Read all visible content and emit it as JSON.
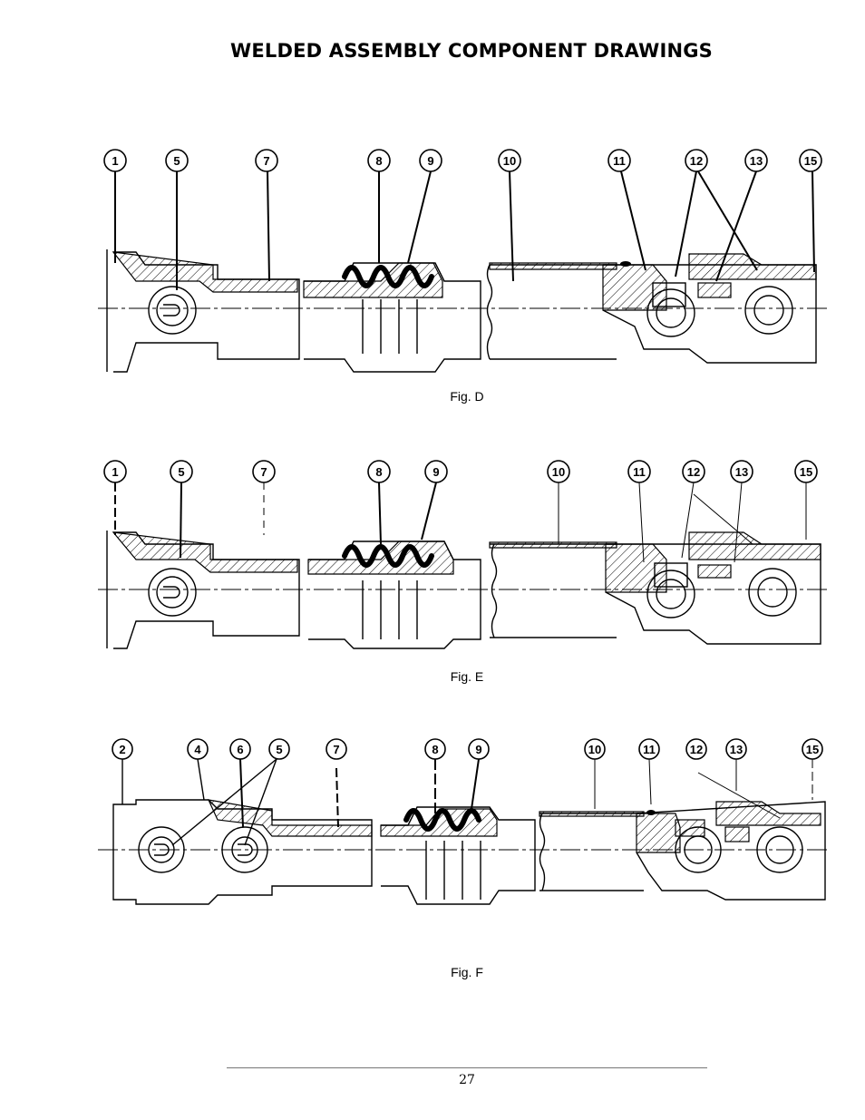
{
  "page": {
    "title": "WELDED ASSEMBLY COMPONENT DRAWINGS",
    "page_number": "27"
  },
  "figures": [
    {
      "caption": "Fig. D",
      "callouts": [
        "1",
        "5",
        "7",
        "8",
        "9",
        "10",
        "11",
        "12",
        "13",
        "15"
      ]
    },
    {
      "caption": "Fig. E",
      "callouts": [
        "1",
        "5",
        "7",
        "8",
        "9",
        "10",
        "11",
        "12",
        "13",
        "15"
      ]
    },
    {
      "caption": "Fig. F",
      "callouts": [
        "2",
        "4",
        "6",
        "5",
        "7",
        "8",
        "9",
        "10",
        "11",
        "12",
        "13",
        "15"
      ]
    }
  ]
}
